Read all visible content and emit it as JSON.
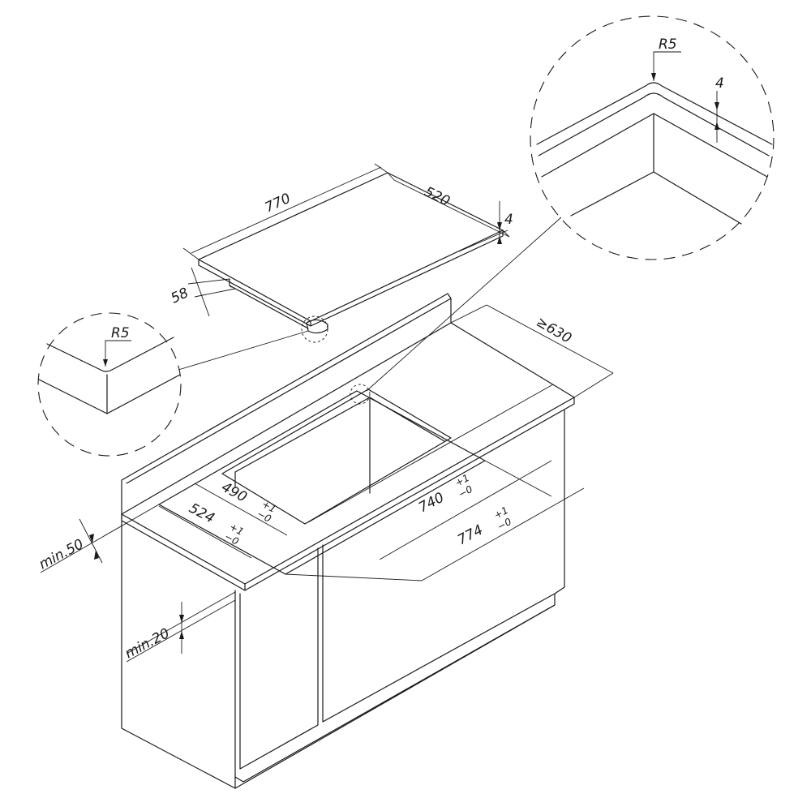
{
  "dimensions": {
    "hob_width": "770",
    "hob_depth": "520",
    "hob_height": "58",
    "glass_thickness": "4",
    "counter_depth": "≥630",
    "cutout_depth_inner": "490",
    "cutout_depth_outer": "524",
    "cutout_width_inner": "740",
    "cutout_width_outer": "774",
    "tol_plus": "+1",
    "tol_minus": "−0",
    "front_min": "min.50",
    "under_min": "min.20"
  },
  "details": {
    "left_radius": "R5",
    "right_radius": "R5",
    "right_thickness": "4"
  }
}
